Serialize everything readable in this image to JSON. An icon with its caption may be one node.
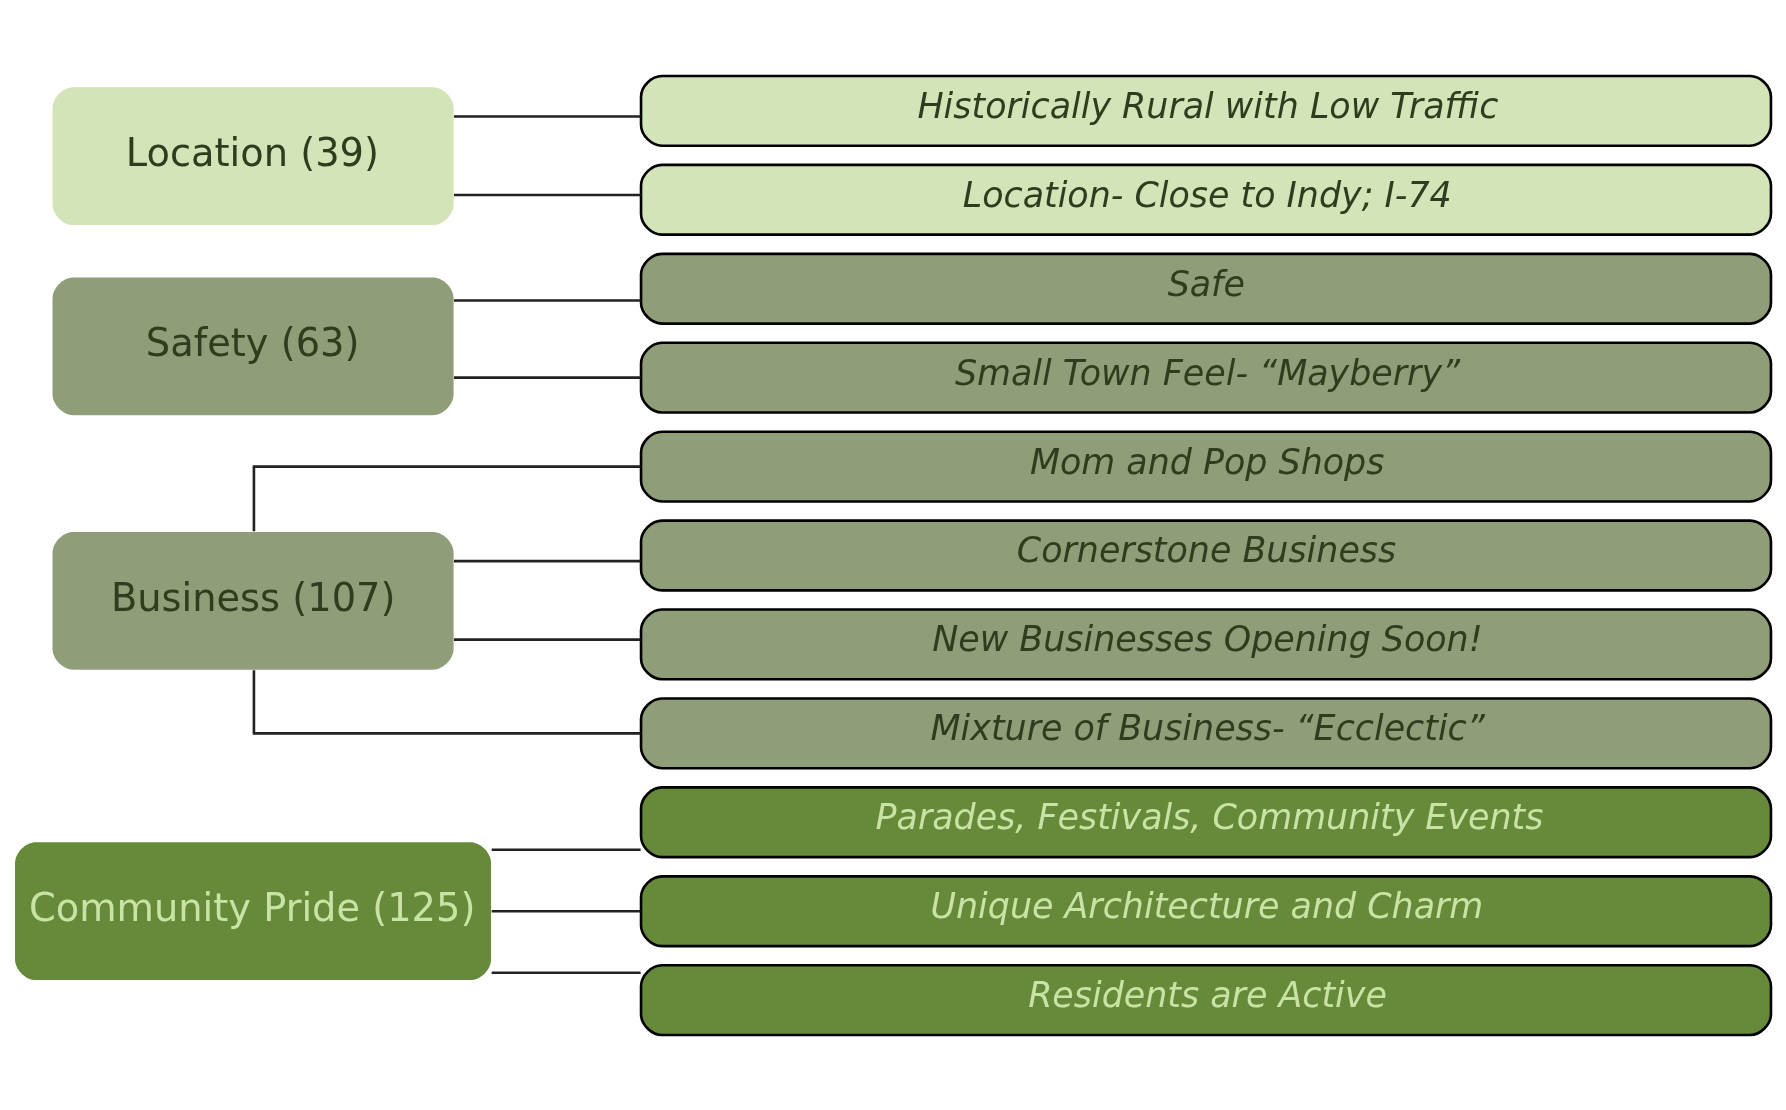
{
  "diagram": {
    "nodes": [
      {
        "text": [
          "Community Pride (125)"
        ]
      },
      {
        "text": [
          "Parades, Festivals, Community Events"
        ]
      },
      {
        "text": [
          "Unique Architecture and Charm"
        ]
      },
      {
        "text": [
          "Residents are Active"
        ]
      },
      {
        "text": [
          "Business (107)"
        ]
      },
      {
        "text": [
          "Mom and Pop Shops"
        ]
      },
      {
        "text": [
          "Cornerstone Business"
        ]
      },
      {
        "text": [
          "New Businesses Opening Soon!"
        ]
      },
      {
        "text": [
          "Mixture of Business- “Ecclectic”"
        ]
      },
      {
        "text": [
          "Safety (63)"
        ]
      },
      {
        "text": [
          "Safe"
        ]
      },
      {
        "text": [
          "Small Town Feel- “Mayberry”"
        ]
      },
      {
        "text": [
          "Location (39)"
        ]
      },
      {
        "text": [
          "Historically Rural with Low Traffic"
        ]
      },
      {
        "text": [
          "Location- Close to Indy; I-74"
        ]
      }
    ],
    "edges": [
      {
        "from": 0,
        "to": 1,
        "arrow": "none"
      },
      {
        "from": 0,
        "to": 2,
        "arrow": "none"
      },
      {
        "from": 0,
        "to": 3,
        "arrow": "none"
      },
      {
        "from": 4,
        "to": 5,
        "arrow": "none"
      },
      {
        "from": 4,
        "to": 6,
        "arrow": "none"
      },
      {
        "from": 4,
        "to": 7,
        "arrow": "none"
      },
      {
        "from": 4,
        "to": 8,
        "arrow": "none"
      },
      {
        "from": 9,
        "to": 10,
        "arrow": "none"
      },
      {
        "from": 9,
        "to": 11,
        "arrow": "none"
      },
      {
        "from": 12,
        "to": 13,
        "arrow": "none"
      },
      {
        "from": 12,
        "to": 14,
        "arrow": "none"
      }
    ]
  }
}
